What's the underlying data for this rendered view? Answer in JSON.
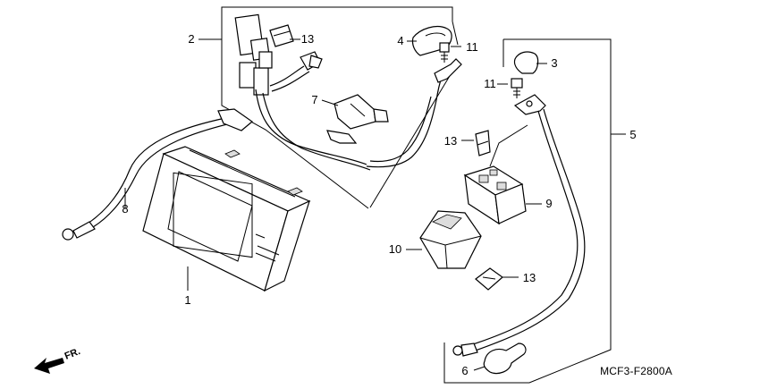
{
  "diagram": {
    "code": "MCF3-F2800A",
    "front_marker": "FR.",
    "callouts": {
      "c1": "1",
      "c2": "2",
      "c3": "3",
      "c4": "4",
      "c5": "5",
      "c6": "6",
      "c7": "7",
      "c8": "8",
      "c9": "9",
      "c10": "10",
      "c11a": "11",
      "c11b": "11",
      "c13a": "13",
      "c13b": "13",
      "c13c": "13"
    }
  }
}
